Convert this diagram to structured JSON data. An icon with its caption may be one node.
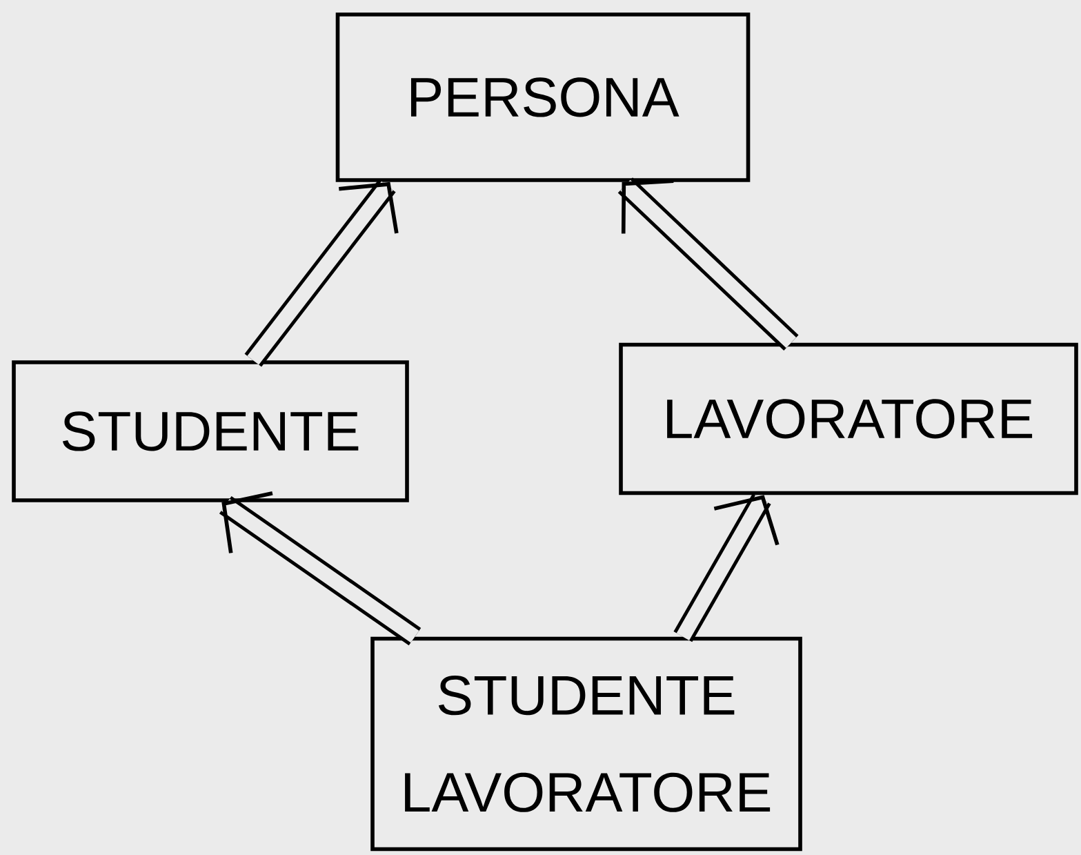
{
  "diagram": {
    "nodes": [
      {
        "text": [
          "PERSONA"
        ]
      },
      {
        "text": [
          "STUDENTE"
        ]
      },
      {
        "text": [
          "LAVORATORE"
        ]
      },
      {
        "text": [
          "STUDENTE LAVORATORE"
        ]
      }
    ],
    "edges": [
      {
        "from": 1,
        "to": 0,
        "arrow": "to"
      },
      {
        "from": 2,
        "to": 0,
        "arrow": "to"
      },
      {
        "from": 3,
        "to": 1,
        "arrow": "to"
      },
      {
        "from": 3,
        "to": 2,
        "arrow": "to"
      }
    ]
  }
}
